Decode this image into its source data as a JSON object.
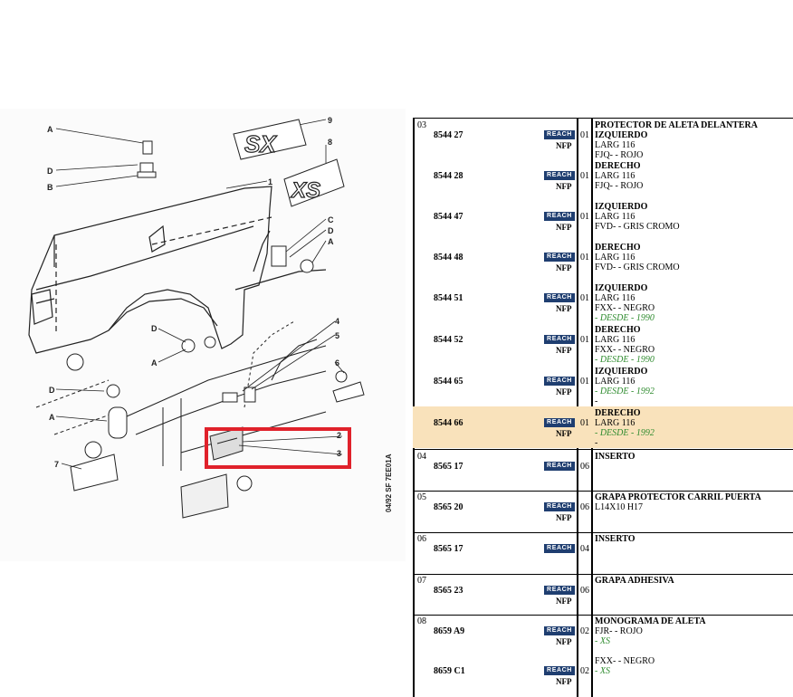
{
  "diagram": {
    "callouts": [
      "A",
      "D",
      "B",
      "1",
      "9",
      "8",
      "C",
      "D",
      "A",
      "D",
      "A",
      "D",
      "A",
      "4",
      "5",
      "6",
      "7",
      "2",
      "3"
    ],
    "emblem_sx": "SX",
    "emblem_xs": "XS",
    "drawing_code": "04/92  SF  7EE01A",
    "highlight_color": "#e0212b"
  },
  "table": {
    "rows": [
      {
        "grp": "03",
        "ref": "8544 27",
        "reach": "REACH",
        "nfp": "NFP",
        "qty": "01",
        "lines": [
          {
            "t": "title",
            "v": "PROTECTOR DE ALETA DELANTERA"
          },
          {
            "t": "title",
            "v": "IZQUIERDO"
          },
          {
            "t": "line",
            "v": "LARG 116"
          },
          {
            "t": "line",
            "v": "FJQ- - ROJO"
          }
        ]
      },
      {
        "grp": "",
        "ref": "8544 28",
        "reach": "REACH",
        "nfp": "NFP",
        "qty": "01",
        "lines": [
          {
            "t": "title",
            "v": "DERECHO"
          },
          {
            "t": "line",
            "v": "LARG 116"
          },
          {
            "t": "line",
            "v": "FJQ- - ROJO"
          }
        ]
      },
      {
        "grp": "",
        "ref": "8544 47",
        "reach": "REACH",
        "nfp": "NFP",
        "qty": "01",
        "lines": [
          {
            "t": "title",
            "v": "IZQUIERDO"
          },
          {
            "t": "line",
            "v": "LARG 116"
          },
          {
            "t": "line",
            "v": "FVD- - GRIS CROMO"
          }
        ]
      },
      {
        "grp": "",
        "ref": "8544 48",
        "reach": "REACH",
        "nfp": "NFP",
        "qty": "01",
        "lines": [
          {
            "t": "title",
            "v": "DERECHO"
          },
          {
            "t": "line",
            "v": "LARG 116"
          },
          {
            "t": "line",
            "v": "FVD- - GRIS CROMO"
          }
        ]
      },
      {
        "grp": "",
        "ref": "8544 51",
        "reach": "REACH",
        "nfp": "NFP",
        "qty": "01",
        "lines": [
          {
            "t": "title",
            "v": "IZQUIERDO"
          },
          {
            "t": "line",
            "v": "LARG 116"
          },
          {
            "t": "line",
            "v": "FXX- - NEGRO"
          },
          {
            "t": "green",
            "v": "- DESDE - 1990"
          }
        ]
      },
      {
        "grp": "",
        "ref": "8544 52",
        "reach": "REACH",
        "nfp": "NFP",
        "qty": "01",
        "lines": [
          {
            "t": "title",
            "v": "DERECHO"
          },
          {
            "t": "line",
            "v": "LARG 116"
          },
          {
            "t": "line",
            "v": "FXX- - NEGRO"
          },
          {
            "t": "green",
            "v": "- DESDE - 1990"
          }
        ]
      },
      {
        "grp": "",
        "ref": "8544 65",
        "reach": "REACH",
        "nfp": "NFP",
        "qty": "01",
        "lines": [
          {
            "t": "title",
            "v": "IZQUIERDO"
          },
          {
            "t": "line",
            "v": "LARG 116"
          },
          {
            "t": "green",
            "v": "- DESDE - 1992"
          },
          {
            "t": "line",
            "v": "-"
          }
        ]
      },
      {
        "grp": "",
        "ref": "8544 66",
        "reach": "REACH",
        "nfp": "NFP",
        "qty": "01",
        "highlight": true,
        "lines": [
          {
            "t": "title",
            "v": "DERECHO"
          },
          {
            "t": "line",
            "v": "LARG 116"
          },
          {
            "t": "green",
            "v": "- DESDE - 1992"
          },
          {
            "t": "line",
            "v": "-"
          }
        ]
      },
      {
        "grp": "04",
        "ref": "8565 17",
        "reach": "REACH",
        "nfp": "",
        "qty": "06",
        "lines": [
          {
            "t": "title",
            "v": "INSERTO"
          }
        ]
      },
      {
        "grp": "05",
        "ref": "8565 20",
        "reach": "REACH",
        "nfp": "NFP",
        "qty": "06",
        "lines": [
          {
            "t": "title",
            "v": "GRAPA PROTECTOR CARRIL PUERTA"
          },
          {
            "t": "line",
            "v": "L14X10 H17"
          }
        ]
      },
      {
        "grp": "06",
        "ref": "8565 17",
        "reach": "REACH",
        "nfp": "",
        "qty": "04",
        "lines": [
          {
            "t": "title",
            "v": "INSERTO"
          }
        ]
      },
      {
        "grp": "07",
        "ref": "8565 23",
        "reach": "REACH",
        "nfp": "NFP",
        "qty": "06",
        "lines": [
          {
            "t": "title",
            "v": "GRAPA ADHESIVA"
          }
        ]
      },
      {
        "grp": "08",
        "ref": "8659 A9",
        "reach": "REACH",
        "nfp": "NFP",
        "qty": "02",
        "lines": [
          {
            "t": "title",
            "v": "MONOGRAMA DE ALETA"
          },
          {
            "t": "line",
            "v": "FJR- - ROJO"
          },
          {
            "t": "green",
            "v": "- XS"
          }
        ]
      },
      {
        "grp": "",
        "ref": "8659 C1",
        "reach": "REACH",
        "nfp": "NFP",
        "qty": "02",
        "lines": [
          {
            "t": "line",
            "v": "FXX- - NEGRO"
          },
          {
            "t": "green",
            "v": "- XS"
          }
        ]
      }
    ],
    "colors": {
      "reach_bg": "#1f3e70",
      "highlight": "#f9e2bb",
      "green_text": "#2e8b2e"
    }
  }
}
